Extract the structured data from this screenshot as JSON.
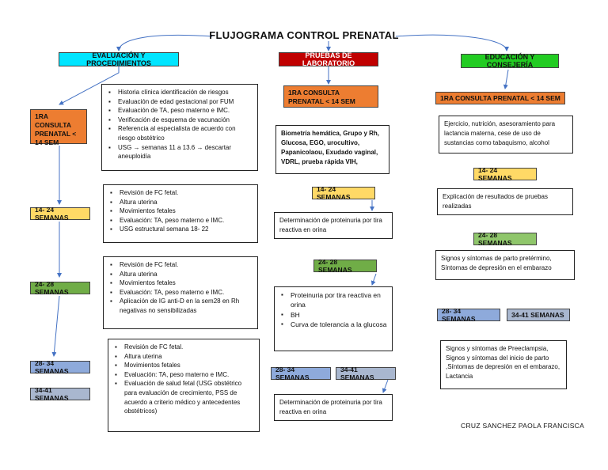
{
  "title": "FLUJOGRAMA CONTROL PRENATAL",
  "author": "CRUZ SANCHEZ PAOLA FRANCISCA",
  "col1": {
    "header": "EVALUACIÓN Y PROCEDIMIENTOS",
    "first_tag": "1RA CONSULTA PRENATAL < 14 SEM",
    "first_items": [
      "Historia clínica identificación de riesgos",
      "Evaluación de edad gestacional por FUM",
      "Evaluación de TA, peso materno e IMC.",
      "Verificación de esquema de vacunación",
      "Referencia al especialista de acuerdo con riesgo obstétrico",
      "USG → semanas 11 a 13.6 → descartar aneuploidía"
    ],
    "tag_14_24": "14- 24 SEMANAS",
    "items_14_24": [
      "Revisión de FC fetal.",
      "Altura uterina",
      "Movimientos fetales",
      "Evaluación: TA, peso materno e IMC.",
      "USG estructural semana 18- 22"
    ],
    "tag_24_28": "24- 28 SEMANAS",
    "items_24_28": [
      "Revisión de FC fetal.",
      "Altura uterina",
      "Movimientos fetales",
      "Evaluación: TA, peso materno e IMC.",
      "Aplicación de IG anti-D en la sem28 en Rh negativas no sensibilizadas"
    ],
    "tag_28_34": "28- 34 SEMANAS",
    "tag_34_41": "34-41 SEMANAS",
    "items_28_41": [
      "Revisión de FC fetal.",
      "Altura uterina",
      "Movimientos fetales",
      "Evaluación: TA, peso materno e IMC.",
      "Evaluación de salud fetal (USG obstétrico para evaluación de crecimiento, PSS de acuerdo a criterio médico y antecedentes obstétricos)"
    ]
  },
  "col2": {
    "header": "PRUEBAS DE LABORATORIO",
    "first_tag": "1RA CONSULTA PRENATAL < 14 SEM",
    "first_text": "Biometría hemática, Grupo y Rh, Glucosa, EGO, urocultivo, Papanicolaou, Exudado vaginal, VDRL, prueba rápida VIH,",
    "tag_14_24": "14- 24 SEMANAS",
    "text_14_24": "Determinación de proteinuria por tira reactiva en orina",
    "tag_24_28": "24- 28 SEMANAS",
    "items_24_28": [
      "Proteinuria por tira reactiva en orina",
      "BH",
      "Curva de tolerancia a la glucosa"
    ],
    "tag_28_34": "28- 34 SEMANAS",
    "tag_34_41": "34-41 SEMANAS",
    "text_28_41": "Determinación de proteinuria por tira reactiva en orina"
  },
  "col3": {
    "header": "EDUCACIÓN Y CONSEJERÍA",
    "first_tag": "1RA CONSULTA PRENATAL < 14 SEM",
    "first_text": "Ejercicio, nutrición, asesoramiento para lactancia materna, cese de uso de sustancias como tabaquismo, alcohol",
    "tag_14_24": "14- 24 SEMANAS",
    "text_14_24": "Explicación de resultados de pruebas realizadas",
    "tag_24_28": "24- 28 SEMANAS",
    "text_24_28": "Signos y síntomas de parto pretérmino, Síntomas de depresión en el embarazo",
    "tag_28_34": "28- 34 SEMANAS",
    "tag_34_41": "34-41 SEMANAS",
    "text_28_41": "Signos y síntomas de Preeclampsia, Signos y síntomas del inicio de parto ,Síntomas de depresión en el embarazo, Lactancia"
  }
}
